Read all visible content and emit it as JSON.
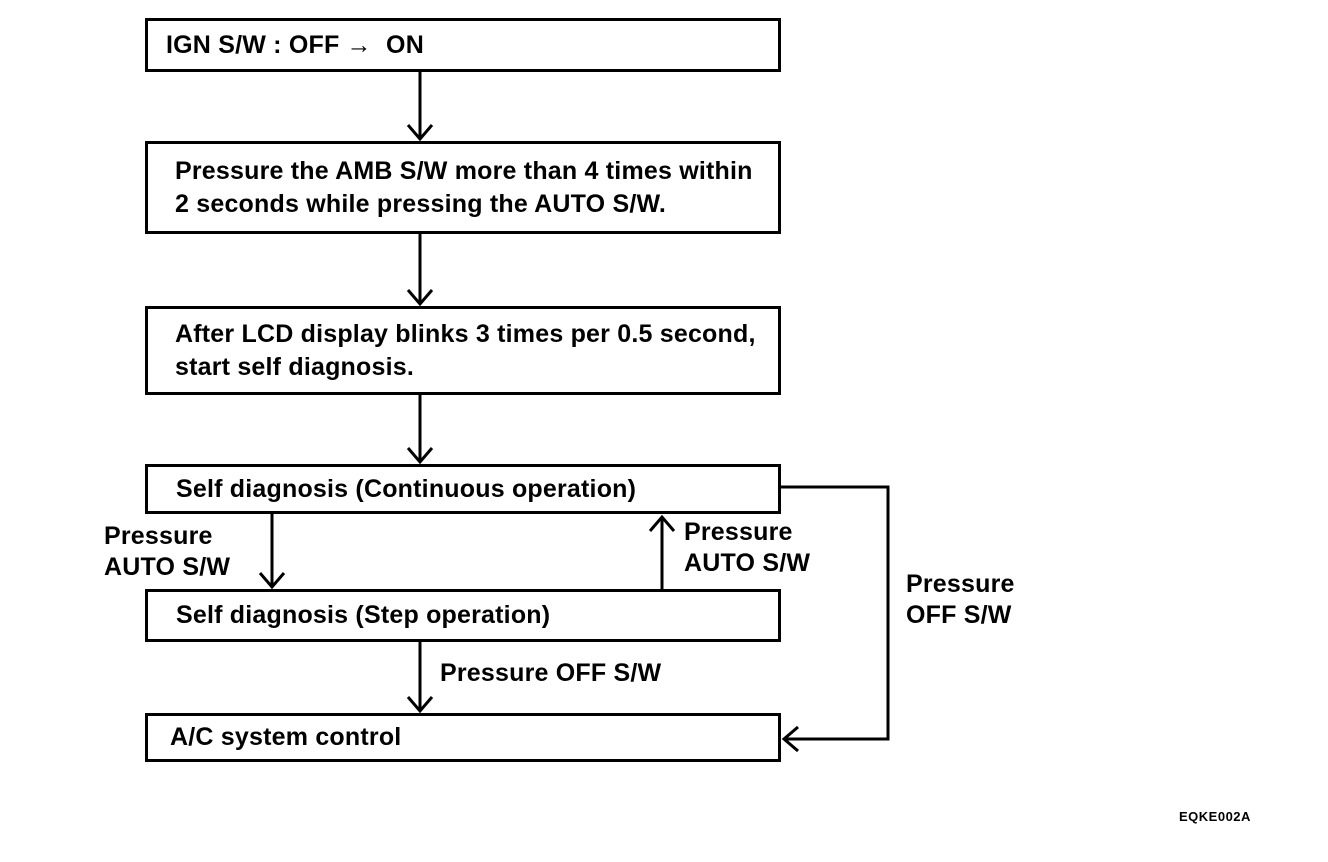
{
  "figure": {
    "code": "EQKE002A"
  },
  "flowchart": {
    "title_hint": "A/C self diagnosis procedure flowchart",
    "boxes": [
      {
        "id": "ign",
        "label": "IGN S/W : OFF →  ON"
      },
      {
        "id": "amb",
        "label": "Pressure the AMB S/W more than 4 times within\n2 seconds while pressing the AUTO S/W."
      },
      {
        "id": "lcd",
        "label": "After LCD display blinks 3 times per 0.5 second,\nstart self diagnosis."
      },
      {
        "id": "continuous",
        "label": "Self diagnosis (Continuous operation)"
      },
      {
        "id": "step",
        "label": "Self diagnosis (Step operation)"
      },
      {
        "id": "ac",
        "label": "A/C system control"
      }
    ],
    "edges": [
      {
        "from": "ign",
        "to": "amb",
        "label": ""
      },
      {
        "from": "amb",
        "to": "lcd",
        "label": ""
      },
      {
        "from": "lcd",
        "to": "continuous",
        "label": ""
      },
      {
        "from": "continuous",
        "to": "step",
        "label": "Pressure\nAUTO S/W",
        "label_side": "left"
      },
      {
        "from": "step",
        "to": "continuous",
        "label": "Pressure\nAUTO S/W",
        "label_side": "right"
      },
      {
        "from": "step",
        "to": "ac",
        "label": "Pressure OFF S/W",
        "label_side": "right"
      },
      {
        "from": "continuous",
        "to": "ac",
        "label": "Pressure\nOFF S/W",
        "route": "right-side-feedback"
      }
    ],
    "colors": {
      "ink": "#000000",
      "background": "#ffffff"
    }
  }
}
